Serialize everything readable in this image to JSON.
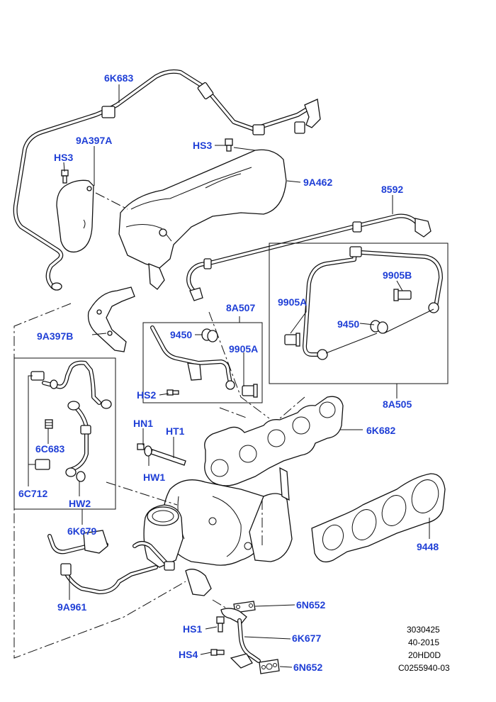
{
  "labels": {
    "l_6K683": "6K683",
    "l_9A397A": "9A397A",
    "l_HS3_left": "HS3",
    "l_HS3_top": "HS3",
    "l_9A462": "9A462",
    "l_8592": "8592",
    "l_9905B": "9905B",
    "l_9905A_right": "9905A",
    "l_9450_right": "9450",
    "l_8A507": "8A507",
    "l_9450_mid": "9450",
    "l_9905A_mid": "9905A",
    "l_9A397B": "9A397B",
    "l_HS2": "HS2",
    "l_8A505": "8A505",
    "l_6K682": "6K682",
    "l_HN1": "HN1",
    "l_HT1": "HT1",
    "l_HW1": "HW1",
    "l_6C683": "6C683",
    "l_6C712": "6C712",
    "l_HW2": "HW2",
    "l_6K679": "6K679",
    "l_9448": "9448",
    "l_9A961": "9A961",
    "l_6N652_top": "6N652",
    "l_HS1": "HS1",
    "l_6K677": "6K677",
    "l_HS4": "HS4",
    "l_6N652_bottom": "6N652"
  },
  "meta": {
    "line1": "3030425",
    "line2": "40-2015",
    "line3": "20HD0D",
    "line4": "C0255940-03"
  },
  "colors": {
    "label": "#1f3fd6",
    "line": "#111111",
    "background": "#ffffff"
  }
}
